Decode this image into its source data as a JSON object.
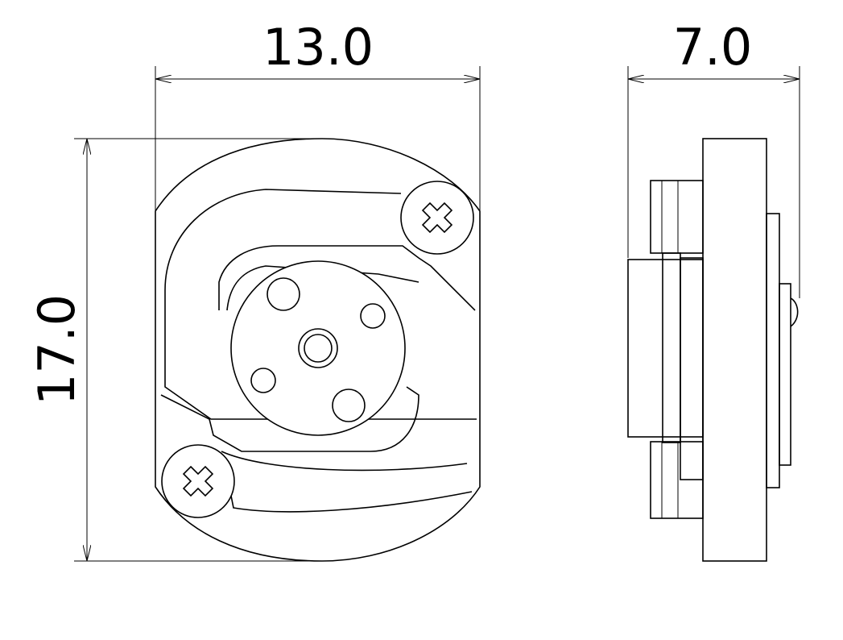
{
  "dimensions": {
    "width_front": "13.0",
    "height_front": "17.0",
    "width_side": "7.0"
  },
  "colors": {
    "line": "#000000",
    "background": "#ffffff"
  },
  "views": [
    "front-view",
    "side-view"
  ],
  "icon_names": [
    "screw-cross-icon",
    "mounting-hole-icon"
  ]
}
